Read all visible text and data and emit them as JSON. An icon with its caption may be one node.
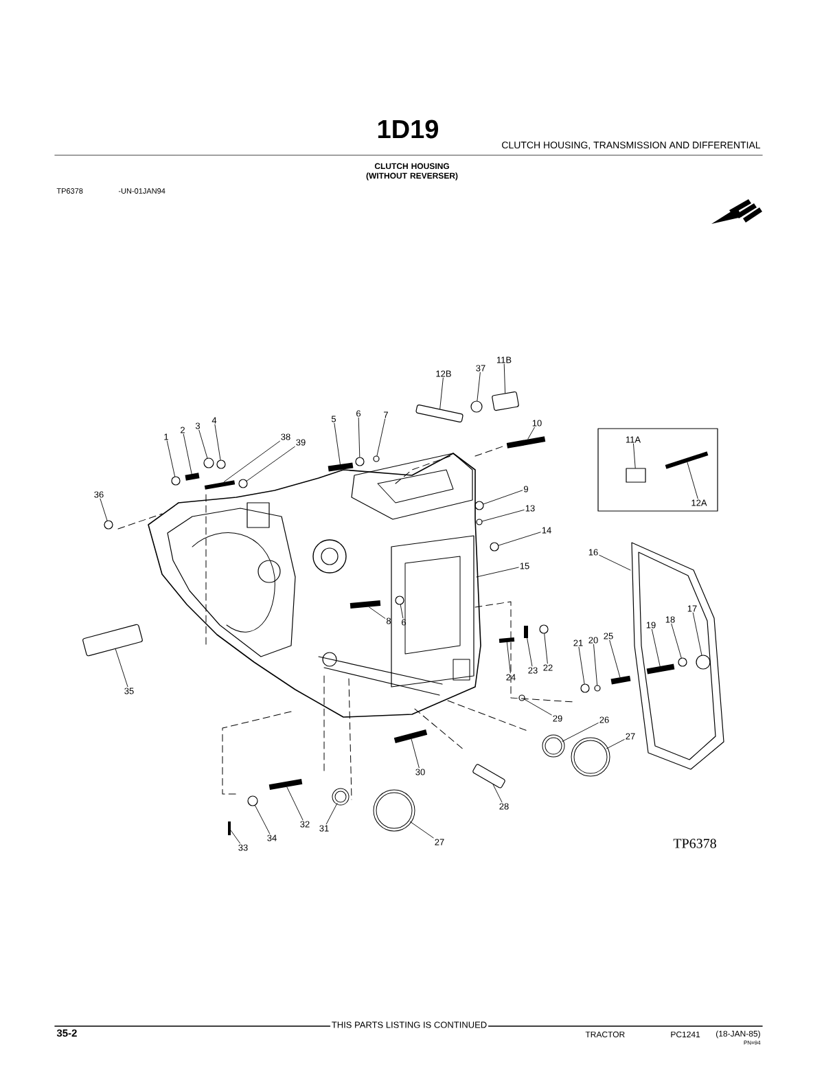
{
  "diagram": {
    "title": "1D19",
    "nodes": [
      {
        "text": [
          "12B"
        ]
      },
      {
        "text": [
          "37"
        ]
      },
      {
        "text": [
          "11B"
        ]
      },
      {
        "text": [
          "1"
        ]
      },
      {
        "text": [
          "2"
        ]
      },
      {
        "text": [
          "3"
        ]
      },
      {
        "text": [
          "4"
        ]
      },
      {
        "text": [
          "38"
        ]
      },
      {
        "text": [
          "39"
        ]
      },
      {
        "text": [
          "5"
        ]
      },
      {
        "text": [
          "6"
        ]
      },
      {
        "text": [
          "7"
        ]
      },
      {
        "text": [
          "10"
        ]
      },
      {
        "text": [],
        "shape": "box"
      },
      {
        "text": [
          "11A"
        ],
        "in": 13
      },
      {
        "text": [
          "12A"
        ],
        "in": 13
      },
      {
        "text": [
          "36"
        ]
      },
      {
        "text": [
          "9"
        ]
      },
      {
        "text": [
          "13"
        ]
      },
      {
        "text": [
          "14"
        ]
      },
      {
        "text": [
          "16"
        ]
      },
      {
        "text": [
          "15"
        ]
      },
      {
        "text": [
          "17"
        ]
      },
      {
        "text": [
          "18"
        ]
      },
      {
        "text": [
          "19"
        ]
      },
      {
        "text": [
          "8"
        ]
      },
      {
        "text": [
          "6"
        ]
      },
      {
        "text": [
          "20"
        ]
      },
      {
        "text": [
          "21"
        ]
      },
      {
        "text": [
          "25"
        ]
      },
      {
        "text": [
          "22"
        ]
      },
      {
        "text": [
          "23"
        ]
      },
      {
        "text": [
          "24"
        ]
      },
      {
        "text": [
          "35"
        ]
      },
      {
        "text": [
          "29"
        ]
      },
      {
        "text": [
          "26"
        ]
      },
      {
        "text": [
          "27"
        ]
      },
      {
        "text": [
          "30"
        ]
      },
      {
        "text": [
          "28"
        ]
      },
      {
        "text": [
          "31"
        ]
      },
      {
        "text": [
          "32"
        ]
      },
      {
        "text": [
          "34"
        ]
      },
      {
        "text": [
          "33"
        ]
      },
      {
        "text": [
          "27"
        ]
      },
      {
        "text": [],
        "shape": "cylinder"
      },
      {
        "text": [],
        "shape": "circle"
      },
      {
        "text": [],
        "shape": "cylinder"
      },
      {
        "text": [],
        "shape": "circle"
      },
      {
        "text": [],
        "shape": "bar"
      },
      {
        "text": [],
        "shape": "circle"
      },
      {
        "text": [],
        "shape": "circle"
      },
      {
        "text": [],
        "shape": "bar"
      },
      {
        "text": [],
        "shape": "circle"
      },
      {
        "text": [],
        "shape": "bar"
      },
      {
        "text": [],
        "shape": "circle"
      },
      {
        "text": [],
        "shape": "circle"
      },
      {
        "text": [],
        "shape": "bar"
      },
      {
        "text": [],
        "shape": "box",
        "in": 13
      },
      {
        "text": [],
        "shape": "bar",
        "in": 13
      },
      {
        "text": [],
        "shape": "circle"
      },
      {
        "text": [],
        "shape": "circle"
      },
      {
        "text": [],
        "shape": "circle"
      },
      {
        "text": [],
        "shape": "circle"
      },
      {
        "text": [],
        "shape": "circle"
      },
      {
        "text": [],
        "shape": "circle"
      },
      {
        "text": [],
        "shape": "bar"
      },
      {
        "text": [],
        "shape": "bar"
      },
      {
        "text": [],
        "shape": "circle"
      },
      {
        "text": [],
        "shape": "circle"
      },
      {
        "text": [],
        "shape": "circle"
      },
      {
        "text": [],
        "shape": "bar"
      },
      {
        "text": [],
        "shape": "circle"
      },
      {
        "text": [],
        "shape": "bar"
      },
      {
        "text": [],
        "shape": "bar"
      },
      {
        "text": [],
        "shape": "cylinder"
      },
      {
        "text": [],
        "shape": "circle"
      },
      {
        "text": [],
        "shape": "circle"
      },
      {
        "text": [],
        "shape": "circle"
      },
      {
        "text": [],
        "shape": "bar"
      },
      {
        "text": [],
        "shape": "cylinder"
      },
      {
        "text": [],
        "shape": "circle"
      },
      {
        "text": [],
        "shape": "bar"
      },
      {
        "text": [],
        "shape": "circle"
      },
      {
        "text": [],
        "shape": "bar"
      },
      {
        "text": [],
        "shape": "circle"
      }
    ],
    "edges": [
      {
        "from": 0,
        "to": 44,
        "arrow": "none"
      },
      {
        "from": 1,
        "to": 45,
        "arrow": "none"
      },
      {
        "from": 2,
        "to": 46,
        "arrow": "none"
      },
      {
        "from": 3,
        "to": 47,
        "arrow": "none"
      },
      {
        "from": 4,
        "to": 48,
        "arrow": "none"
      },
      {
        "from": 5,
        "to": 49,
        "arrow": "none"
      },
      {
        "from": 6,
        "to": 50,
        "arrow": "none"
      },
      {
        "from": 7,
        "to": 51,
        "arrow": "none"
      },
      {
        "from": 8,
        "to": 52,
        "arrow": "none"
      },
      {
        "from": 9,
        "to": 53,
        "arrow": "none"
      },
      {
        "from": 10,
        "to": 54,
        "arrow": "none"
      },
      {
        "from": 11,
        "to": 55,
        "arrow": "none"
      },
      {
        "from": 12,
        "to": 56,
        "arrow": "none"
      },
      {
        "from": 14,
        "to": 57,
        "arrow": "none"
      },
      {
        "from": 15,
        "to": 58,
        "arrow": "none"
      },
      {
        "from": 16,
        "to": 59,
        "arrow": "none"
      },
      {
        "from": 17,
        "to": 60,
        "arrow": "none"
      },
      {
        "from": 18,
        "to": 61,
        "arrow": "none"
      },
      {
        "from": 19,
        "to": 62,
        "arrow": "none"
      },
      {
        "from": 20,
        "to": null,
        "arrow": "none"
      },
      {
        "from": 21,
        "to": null,
        "arrow": "none"
      },
      {
        "from": 22,
        "to": 63,
        "arrow": "none"
      },
      {
        "from": 23,
        "to": 64,
        "arrow": "none"
      },
      {
        "from": 24,
        "to": 65,
        "arrow": "none"
      },
      {
        "from": 25,
        "to": 66,
        "arrow": "none"
      },
      {
        "from": 26,
        "to": 67,
        "arrow": "none"
      },
      {
        "from": 27,
        "to": 68,
        "arrow": "none"
      },
      {
        "from": 28,
        "to": 69,
        "arrow": "none"
      },
      {
        "from": 29,
        "to": 70,
        "arrow": "none"
      },
      {
        "from": 30,
        "to": 71,
        "arrow": "none"
      },
      {
        "from": 31,
        "to": 72,
        "arrow": "none"
      },
      {
        "from": 32,
        "to": 73,
        "arrow": "none"
      },
      {
        "from": 33,
        "to": 74,
        "arrow": "none"
      },
      {
        "from": 34,
        "to": 75,
        "arrow": "none"
      },
      {
        "from": 35,
        "to": 76,
        "arrow": "none"
      },
      {
        "from": 36,
        "to": 77,
        "arrow": "none"
      },
      {
        "from": 37,
        "to": 78,
        "arrow": "none"
      },
      {
        "from": 38,
        "to": 79,
        "arrow": "none"
      },
      {
        "from": 39,
        "to": 80,
        "arrow": "none"
      },
      {
        "from": 40,
        "to": 81,
        "arrow": "none"
      },
      {
        "from": 41,
        "to": 82,
        "arrow": "none"
      },
      {
        "from": 42,
        "to": 83,
        "arrow": "none"
      },
      {
        "from": 43,
        "to": 84,
        "arrow": "none"
      }
    ],
    "labels": [
      "CLUTCH HOUSING, TRANSMISSION AND DIFFERENTIAL",
      "CLUTCH HOUSING (WITHOUT REVERSER)",
      "TP6378",
      "-UN-01JAN94",
      "TP6378",
      "THIS PARTS LISTING IS CONTINUED",
      "35-2",
      "TRACTOR",
      "PC1241",
      "(18-JAN-85)",
      "PN=94"
    ]
  }
}
